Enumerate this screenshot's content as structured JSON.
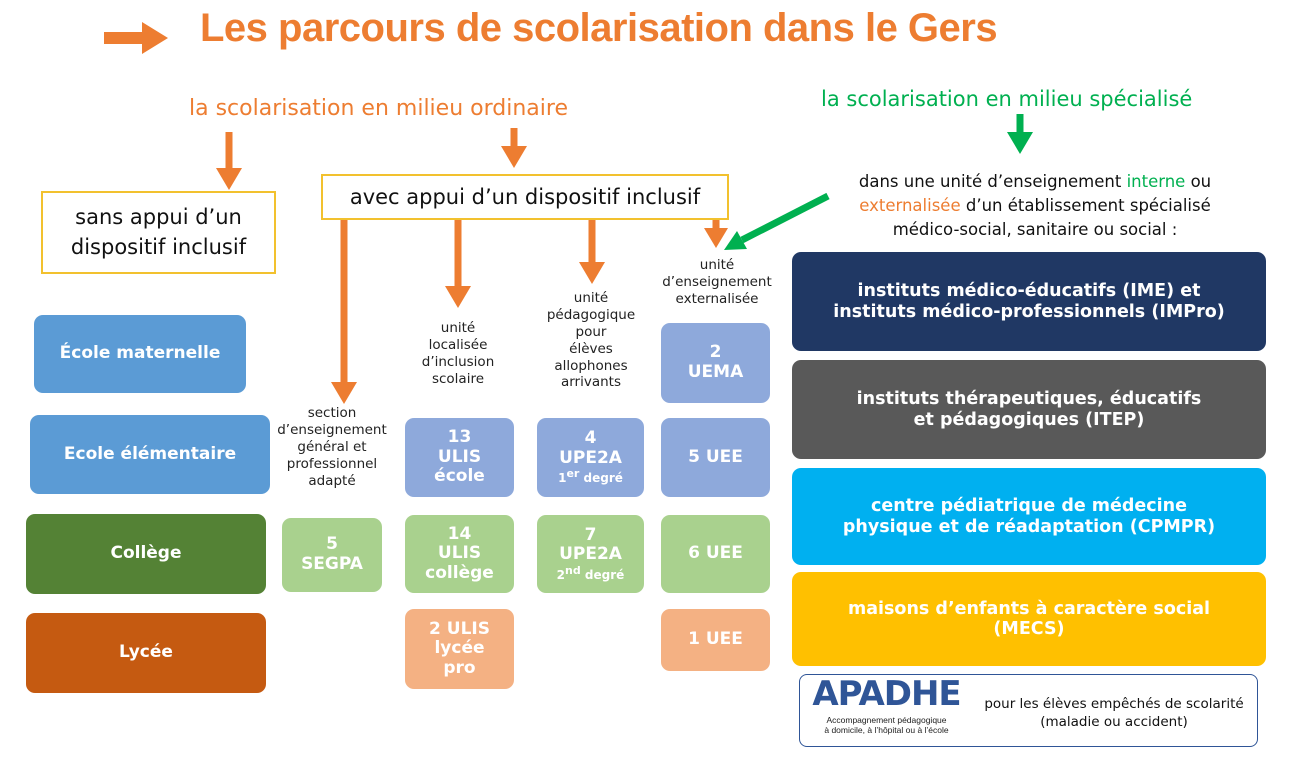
{
  "title": "Les parcours de scolarisation dans le Gers",
  "ordinaire": {
    "heading": "la scolarisation en milieu ordinaire",
    "sans_appui": [
      "sans appui d’un",
      "dispositif inclusif"
    ],
    "avec_appui": "avec appui d’un dispositif inclusif"
  },
  "specialise": {
    "heading": "la scolarisation en milieu spécialisé",
    "desc_line1_a": "dans une unité d’enseignement ",
    "desc_interne": "interne",
    "desc_line1_b": " ou",
    "desc_externalisee": "externalisée",
    "desc_line2_b": " d’un établissement spécialisé",
    "desc_line3": "médico-social, sanitaire ou social :",
    "establishments": [
      {
        "line1": "instituts médico-éducatifs (IME) et",
        "line2": "instituts médico-professionnels (IMPro)"
      },
      {
        "line1": "instituts thérapeutiques, éducatifs",
        "line2": "et pédagogiques (ITEP)"
      },
      {
        "line1": "centre pédiatrique de médecine",
        "line2": "physique et de réadaptation (CPMPR)"
      },
      {
        "line1": "maisons d’enfants à caractère social",
        "line2": "(MECS)"
      }
    ],
    "apadhe": {
      "logo": "APADHE",
      "logo_sub1": "Accompagnement pédagogique",
      "logo_sub2": "à domicile, à l’hôpital ou à l’école",
      "text1": "pour les élèves empêchés de scolarité",
      "text2": "(maladie ou accident)"
    }
  },
  "levels": [
    "École maternelle",
    "Ecole élémentaire",
    "Collège",
    "Lycée"
  ],
  "columns": {
    "segpa": {
      "label": [
        "section",
        "d’enseignement",
        "général et",
        "professionnel",
        "adapté"
      ],
      "college": [
        "5",
        "SEGPA"
      ]
    },
    "ulis": {
      "label": [
        "unité",
        "localisée",
        "d’inclusion",
        "scolaire"
      ],
      "ecole": [
        "13",
        "ULIS",
        "école"
      ],
      "college": [
        "14",
        "ULIS",
        "collège"
      ],
      "lycee": [
        "2 ULIS",
        "lycée",
        "pro"
      ]
    },
    "upe2a": {
      "label": [
        "unité",
        "pédagogique",
        "pour",
        "élèves",
        "allophones",
        "arrivants"
      ],
      "ecole": {
        "n": "4",
        "name": "UPE2A",
        "deg": "1",
        "sup": "er",
        "deg_rest": " degré"
      },
      "college": {
        "n": "7",
        "name": "UPE2A",
        "deg": "2",
        "sup": "nd",
        "deg_rest": " degré"
      }
    },
    "externalisee": {
      "label": [
        "unité",
        "d’enseignement",
        "externalisée"
      ],
      "maternelle": [
        "2",
        "UEMA"
      ],
      "ecole": "5 UEE",
      "college": "6 UEE",
      "lycee": "1 UEE"
    }
  },
  "colors": {
    "orange": "#ED7D31",
    "green": "#00B050",
    "level_blue": "#5B9BD5",
    "level_green": "#548235",
    "level_orange": "#C55A11",
    "ime": "#203864",
    "itep": "#595959",
    "cpmpr": "#00B0F0",
    "mecs": "#FFC000"
  }
}
